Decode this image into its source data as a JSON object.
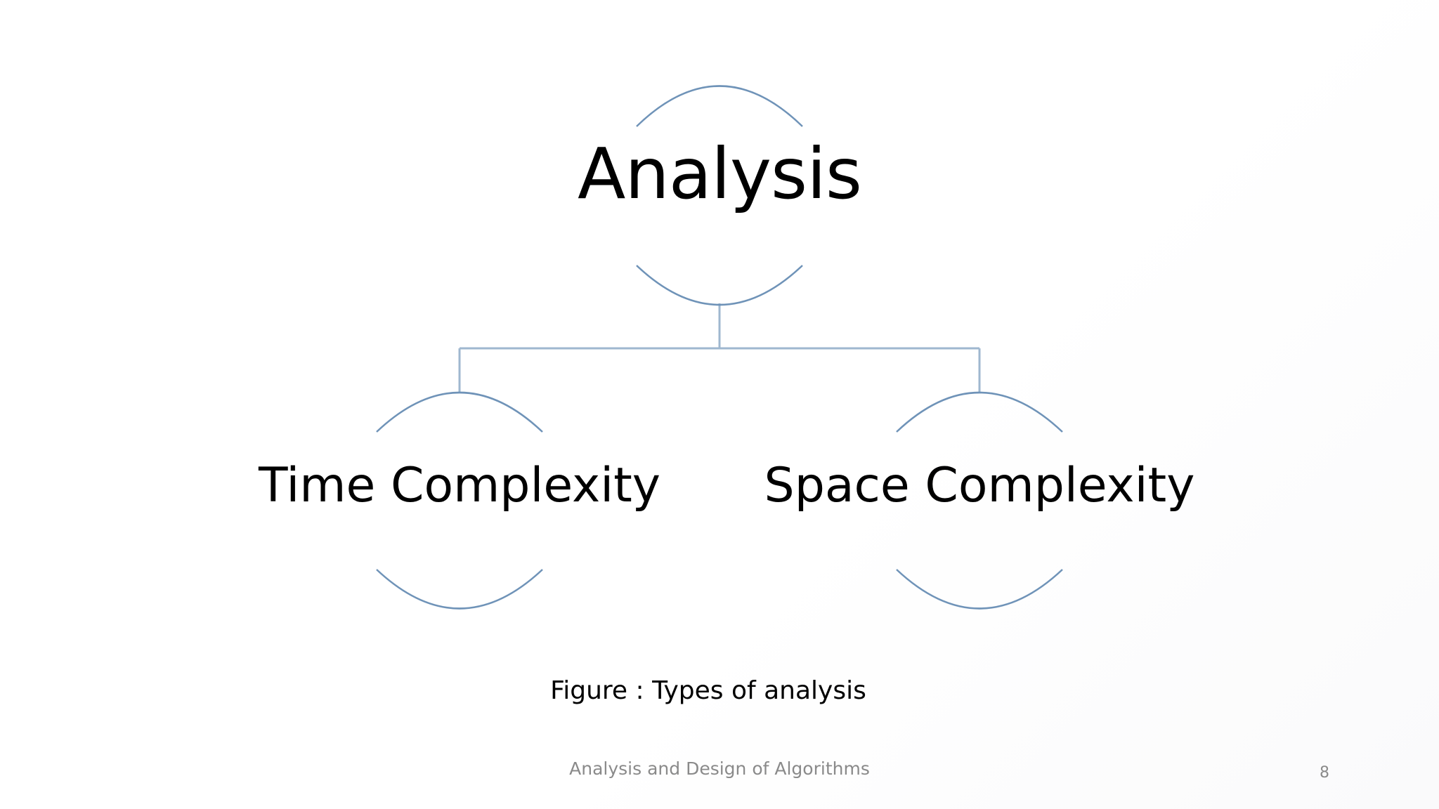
{
  "slide": {
    "diagram": {
      "root": {
        "label": "Analysis"
      },
      "children": [
        {
          "label": "Time Complexity"
        },
        {
          "label": "Space Complexity"
        }
      ],
      "line_color": "#6f93b8",
      "connector_color": "#9fb7cf"
    },
    "caption": "Figure : Types of analysis",
    "footer": "Analysis and Design of Algorithms",
    "page_number": "8"
  }
}
